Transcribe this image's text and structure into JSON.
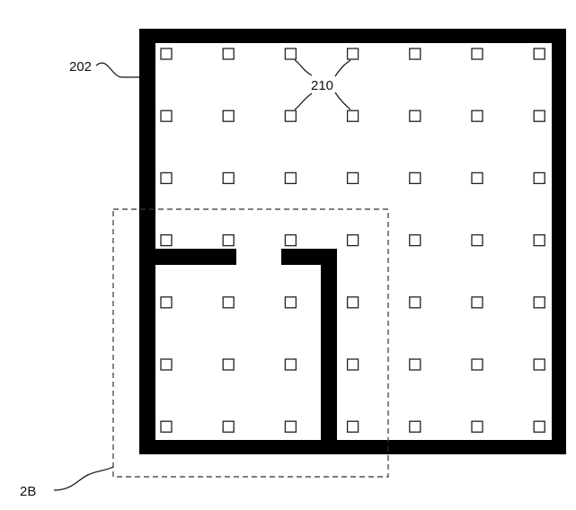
{
  "figure": {
    "labels": {
      "outer_wall": "202",
      "markers": "210",
      "detail_region": "2B"
    },
    "grid": {
      "rows": 7,
      "columns": 7
    },
    "colors": {
      "wall": "#000000",
      "marker_stroke": "#222222",
      "detail_outline": "#333333",
      "background": "#ffffff"
    }
  }
}
